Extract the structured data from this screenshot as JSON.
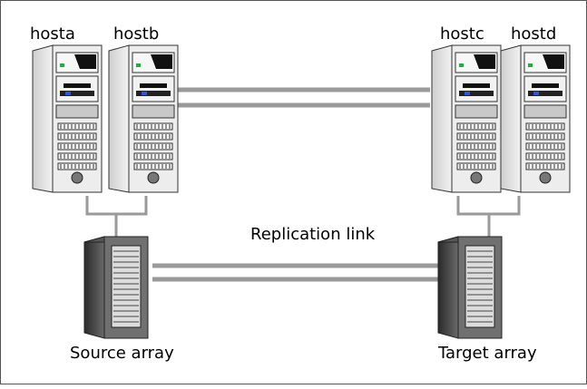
{
  "hosts": [
    {
      "name": "hosta"
    },
    {
      "name": "hostb"
    },
    {
      "name": "hostc"
    },
    {
      "name": "hostd"
    }
  ],
  "arrays": {
    "source": "Source array",
    "target": "Target array"
  },
  "link_label": "Replication link",
  "colors": {
    "line": "#9a9a9a",
    "server_light": "#e6e6e6",
    "server_mid": "#bdbdbd",
    "array_dark": "#404040",
    "array_face": "#d9d9d9"
  }
}
